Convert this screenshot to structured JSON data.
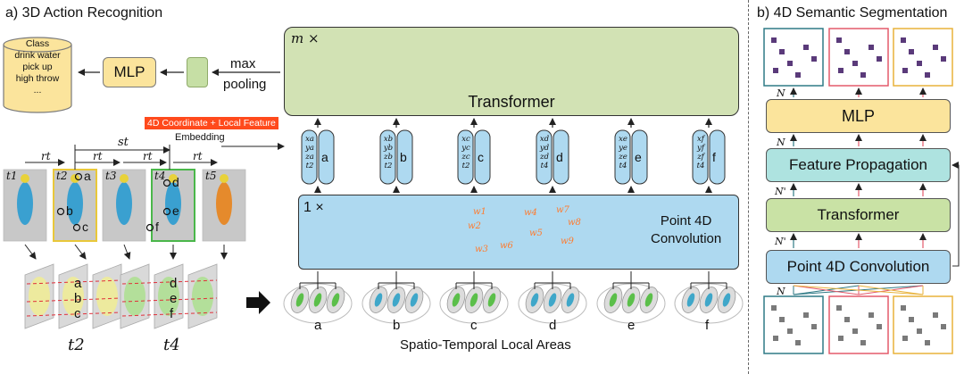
{
  "left_panel": {
    "title": "a) 3D Action Recognition",
    "class_box": {
      "heading": "Class",
      "items": [
        "drink water",
        "pick up",
        "high throw",
        "..."
      ]
    },
    "mlp_label": "MLP",
    "pooling_label_line1": "max",
    "pooling_label_line2": "pooling",
    "transformer": {
      "repeat_label": "m ×",
      "label": "Transformer"
    },
    "embedding_tag": "4D Coordinate + Local Feature",
    "embedding_label": "Embedding",
    "point4d": {
      "repeat_label": "1 ×",
      "label_line1": "Point 4D",
      "label_line2": "Convolution"
    },
    "weights": [
      "w1",
      "w2",
      "w3",
      "w4",
      "w5",
      "w6",
      "w7",
      "w8",
      "w9"
    ],
    "tokens": [
      {
        "letter": "a",
        "coords": [
          "xa",
          "ya",
          "za",
          "t2"
        ]
      },
      {
        "letter": "b",
        "coords": [
          "xb",
          "yb",
          "zb",
          "t2"
        ]
      },
      {
        "letter": "c",
        "coords": [
          "xc",
          "yc",
          "zc",
          "t2"
        ]
      },
      {
        "letter": "d",
        "coords": [
          "xd",
          "yd",
          "zd",
          "t4"
        ]
      },
      {
        "letter": "e",
        "coords": [
          "xe",
          "ye",
          "ze",
          "t4"
        ]
      },
      {
        "letter": "f",
        "coords": [
          "xf",
          "yf",
          "zf",
          "t4"
        ]
      }
    ],
    "frames": [
      "t1",
      "t2",
      "t3",
      "t4",
      "t5"
    ],
    "frame_points": [
      "a",
      "b",
      "c",
      "d",
      "e",
      "f"
    ],
    "stride_labels": {
      "st": "st",
      "rt": "rt"
    },
    "stack_labels": [
      "t2",
      "t4"
    ],
    "stack_points": [
      "a",
      "b",
      "c",
      "d",
      "e",
      "f"
    ],
    "local_area_letters": [
      "a",
      "b",
      "c",
      "d",
      "e",
      "f"
    ],
    "local_areas_caption": "Spatio-Temporal Local Areas"
  },
  "right_panel": {
    "title": "b) 4D Semantic Segmentation",
    "blocks": [
      "MLP",
      "Feature Propagation",
      "Transformer",
      "Point 4D Convolution"
    ],
    "dim_labels": [
      "N",
      "N",
      "N'",
      "N'",
      "N"
    ]
  },
  "colors": {
    "mlp": "#fbe49c",
    "transformer": "#d2e2b4",
    "point4d": "#aed9f0",
    "feature_prop": "#aee3e0",
    "token_orange": "#f77b12",
    "highlight_red": "#ff4a1c",
    "weight_orange": "#ff7b2e",
    "ellipse_yellow": "#f1ee8e"
  }
}
